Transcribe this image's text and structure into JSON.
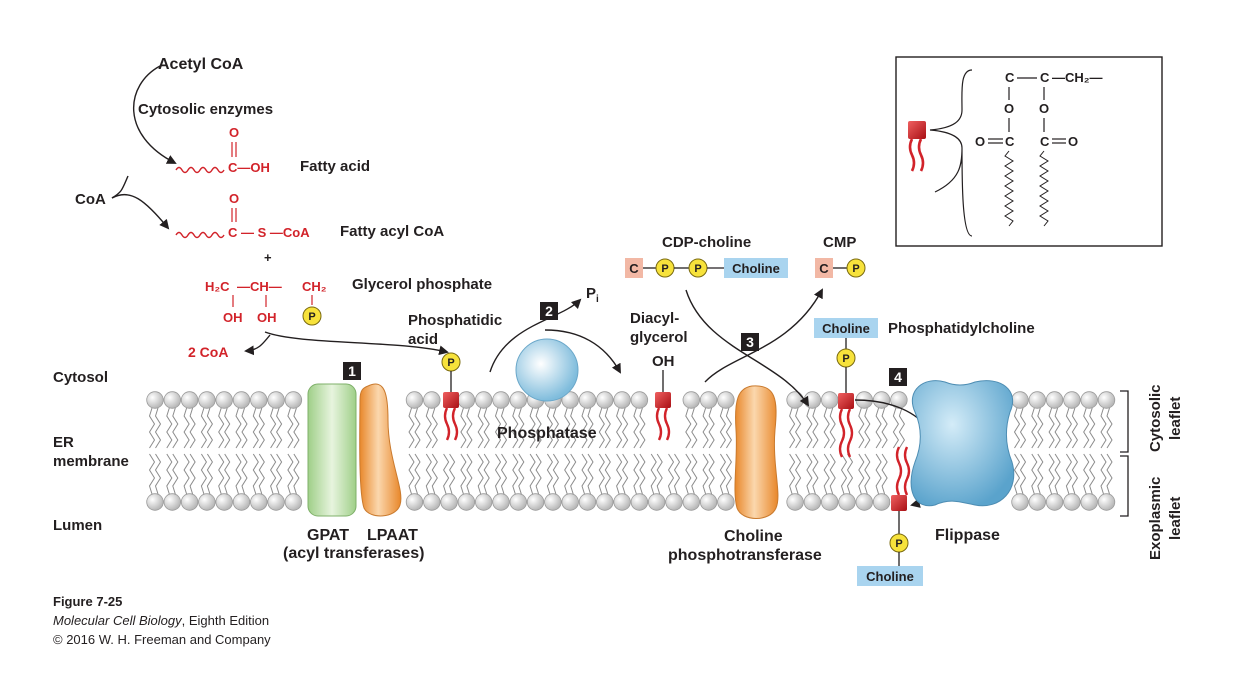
{
  "labels": {
    "acetyl_coa": "Acetyl CoA",
    "cytosolic_enzymes": "Cytosolic enzymes",
    "fatty_acid": "Fatty acid",
    "coa": "CoA",
    "fatty_acyl_coa": "Fatty acyl CoA",
    "plus": "+",
    "glycerol_phosphate": "Glycerol phosphate",
    "two_coa": "2 CoA",
    "phosphatidic_acid_1": "Phosphatidic",
    "phosphatidic_acid_2": "acid",
    "pi": "P",
    "pi_sub": "i",
    "diacylglycerol_1": "Diacyl-",
    "diacylglycerol_2": "glycerol",
    "oh": "OH",
    "cdp_choline": "CDP-choline",
    "cmp": "CMP",
    "phosphatidylcholine": "Phosphatidylcholine",
    "phosphatase": "Phosphatase",
    "gpat": "GPAT",
    "lpaat": "LPAAT",
    "acyl_transferases": "(acyl transferases)",
    "choline_phosphotransferase_1": "Choline",
    "choline_phosphotransferase_2": "phosphotransferase",
    "flippase": "Flippase",
    "cytosol": "Cytosol",
    "er": "ER",
    "membrane": "membrane",
    "lumen": "Lumen",
    "cytosolic_leaflet_1": "Cytosolic",
    "cytosolic_leaflet_2": "leaflet",
    "exoplasmic_leaflet_1": "Exoplasmic",
    "exoplasmic_leaflet_2": "leaflet",
    "choline_box": "Choline",
    "c_box": "C",
    "p_glyph": "P"
  },
  "chem": {
    "o": "O",
    "c_oh": "C—OH",
    "c_s_coa": "C — S —CoA",
    "h2c": "H₂C",
    "ch": "—CH—",
    "ch2": "CH₂",
    "oh": "OH"
  },
  "inset": {
    "c1": "C",
    "c2": "C",
    "ch2": "—CH₂—",
    "o1": "O",
    "o2": "O",
    "o_left": "O",
    "o_right": "O",
    "c3": "C",
    "c4": "C"
  },
  "steps": [
    "1",
    "2",
    "3",
    "4"
  ],
  "caption": {
    "figure": "Figure 7-25",
    "book": "Molecular Cell Biology",
    "edition": ", Eighth Edition",
    "copyright": "© 2016 W. H. Freeman and Company"
  },
  "colors": {
    "red": "#d2232a",
    "phosphate_yellow": "#f7e23b",
    "choline_blue": "#a9d4ef",
    "c_pink": "#f2b8a5",
    "gpat_green": "#b5dba0",
    "lpaat_orange": "#f0a048",
    "phosphatase_blue": "#8ec8e3",
    "flippase_blue": "#6aaed3",
    "lipid_head": "#d9d9d9"
  }
}
